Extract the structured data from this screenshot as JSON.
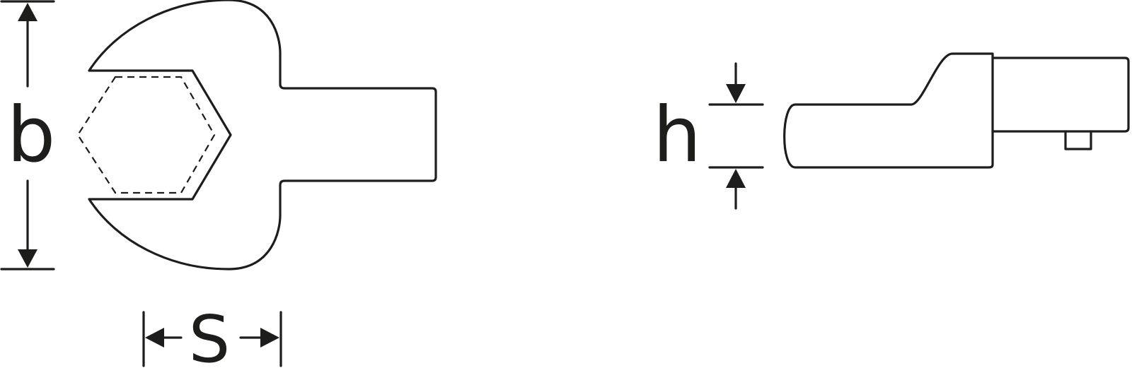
{
  "labels": {
    "width": "b",
    "size": "S",
    "height": "h"
  },
  "colors": {
    "stroke": "#1d1d1b",
    "background": "#ffffff"
  }
}
